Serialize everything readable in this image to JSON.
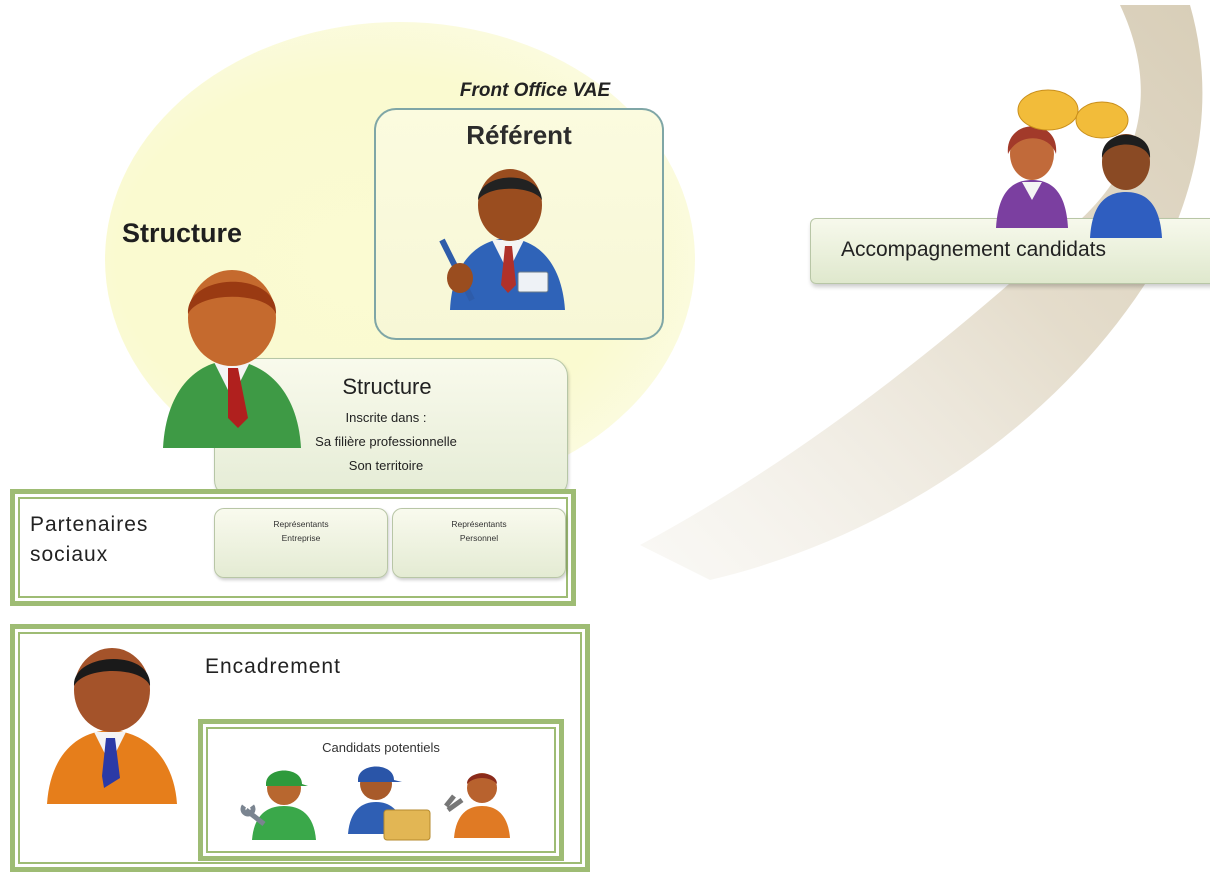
{
  "front_office": {
    "label": "Front Office VAE"
  },
  "referent": {
    "title": "Référent"
  },
  "structure": {
    "title": "Structure",
    "box_heading": "Structure",
    "lines": [
      "Inscrite dans  :",
      "Sa filière professionnelle",
      "Son territoire"
    ]
  },
  "partenaires": {
    "label_line1": "Partenaires",
    "label_line2": "sociaux",
    "boxes": [
      {
        "line1": "Représentants",
        "line2": "Entreprise"
      },
      {
        "line1": "Représentants",
        "line2": "Personnel"
      }
    ]
  },
  "encadrement": {
    "label": "Encadrement"
  },
  "candidats": {
    "label": "Candidats potentiels"
  },
  "accompagnement": {
    "label": "Accompagnement candidats"
  },
  "colors": {
    "frame_green": "#9ebc74",
    "blob_yellow": "#fafad0",
    "arc_beige": "#e6dfcf"
  }
}
